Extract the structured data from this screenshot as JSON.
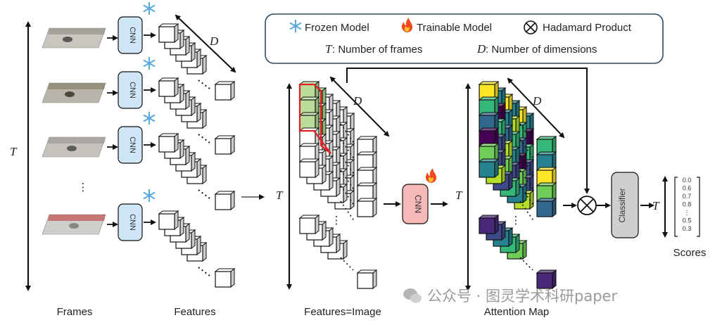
{
  "legend": {
    "frozen": "Frozen Model",
    "trainable": "Trainable Model",
    "hadamard": "Hadamard Product",
    "frames_def": ": Number of frames",
    "dims_def": ": Number of dimensions",
    "T": "T",
    "D": "D"
  },
  "labels": {
    "frames": "Frames",
    "features": "Features",
    "features_image": "Features=Image",
    "attention_map": "Attention Map",
    "scores": "Scores",
    "T": "T",
    "D": "D",
    "cnn": "CNN",
    "classifier": "Classifier",
    "ellipsis": "⋮"
  },
  "scores": [
    "0.0",
    "0.6",
    "0.7",
    "0.8",
    "⋮",
    "0.5",
    "0.3"
  ],
  "watermark": "公众号 · 图灵学术科研paper",
  "colors": {
    "cnn_frozen": "#cfe6f7",
    "cnn_trainable": "#f7b8b8",
    "classifier": "#cfcfcf",
    "highlight": "#e02020",
    "highlight_fill": "#b9dc9a",
    "legend_border": "#2c4a66"
  }
}
